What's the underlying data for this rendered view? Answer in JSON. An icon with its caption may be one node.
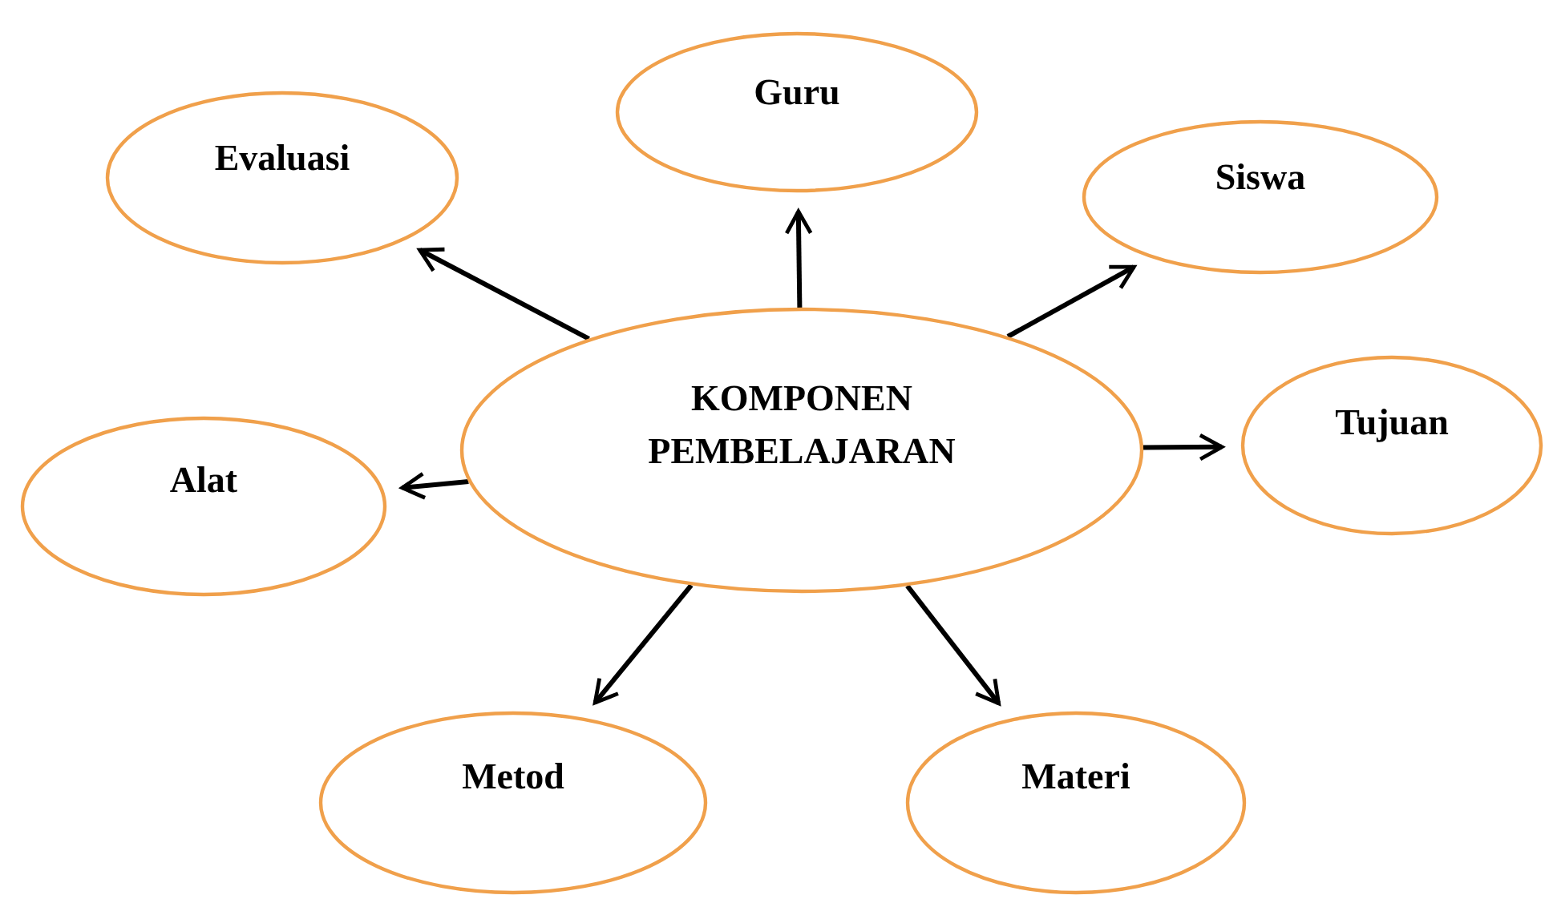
{
  "diagram": {
    "nodes": [
      {
        "text": [
          "Guru"
        ]
      },
      {
        "text": [
          "Evaluasi"
        ]
      },
      {
        "text": [
          "Siswa"
        ]
      },
      {
        "text": [
          "KOMPONEN PEMBELAJARAN"
        ]
      },
      {
        "text": [
          "Tujuan"
        ]
      },
      {
        "text": [
          "Alat"
        ]
      },
      {
        "text": [
          "Metod"
        ]
      },
      {
        "text": [
          "Materi"
        ]
      }
    ],
    "edges": [
      {
        "from": 3,
        "to": 0,
        "arrow": "to"
      },
      {
        "from": 3,
        "to": 1,
        "arrow": "to"
      },
      {
        "from": 3,
        "to": 2,
        "arrow": "to"
      },
      {
        "from": 3,
        "to": 4,
        "arrow": "to"
      },
      {
        "from": 3,
        "to": 5,
        "arrow": "to"
      },
      {
        "from": 3,
        "to": 6,
        "arrow": "to"
      },
      {
        "from": 3,
        "to": 7,
        "arrow": "to"
      }
    ]
  }
}
